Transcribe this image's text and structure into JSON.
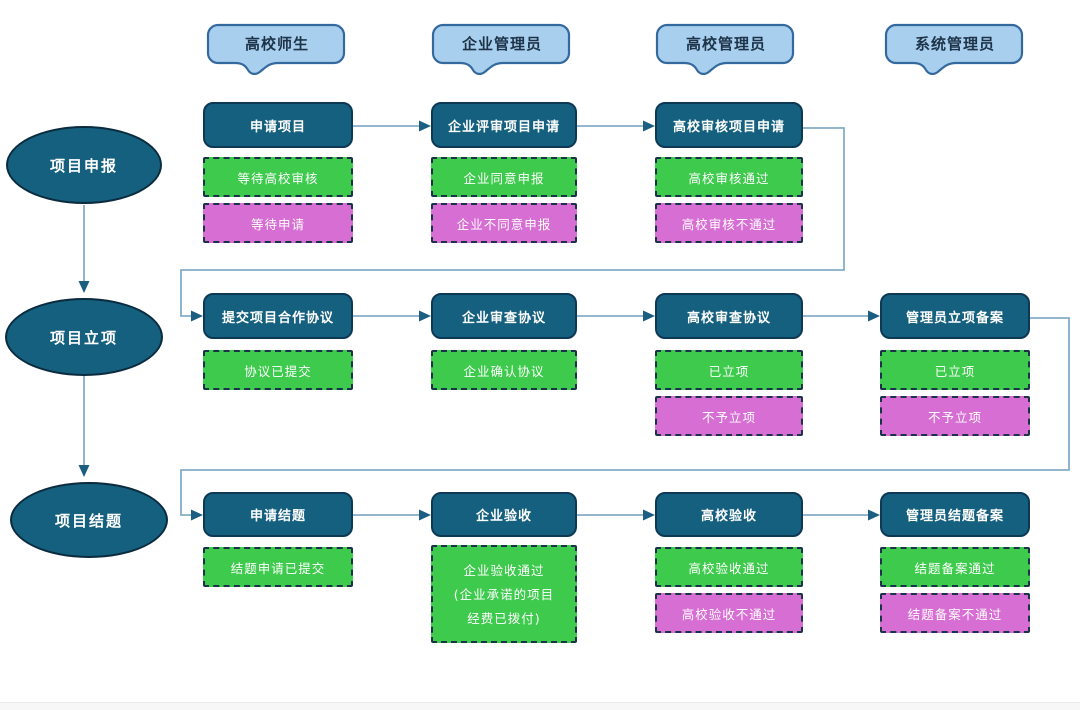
{
  "colors": {
    "node_fill": "#15607F",
    "node_border": "#0D3954",
    "success_fill": "#3ECB4D",
    "fail_fill": "#D76ED3",
    "status_border": "#1A3349",
    "lane_fill": "#A9CFEF",
    "lane_border": "#33699C",
    "connector_line": "#84ADC8",
    "arrowhead": "#1B5E81",
    "node_text": "#FFFFFF",
    "lane_text": "#1D3348"
  },
  "lanes": [
    {
      "label": "高校师生"
    },
    {
      "label": "企业管理员"
    },
    {
      "label": "高校管理员"
    },
    {
      "label": "系统管理员"
    }
  ],
  "phases": [
    {
      "label": "项目申报"
    },
    {
      "label": "项目立项"
    },
    {
      "label": "项目结题"
    }
  ],
  "rows": [
    {
      "phase": "项目申报",
      "cells": [
        {
          "process": "申请项目",
          "success": "等待高校审核",
          "fail": "等待申请"
        },
        {
          "process": "企业评审项目申请",
          "success": "企业同意申报",
          "fail": "企业不同意申报"
        },
        {
          "process": "高校审核项目申请",
          "success": "高校审核通过",
          "fail": "高校审核不通过"
        }
      ]
    },
    {
      "phase": "项目立项",
      "cells": [
        {
          "process": "提交项目合作协议",
          "success": "协议已提交"
        },
        {
          "process": "企业审查协议",
          "success": "企业确认协议"
        },
        {
          "process": "高校审查协议",
          "success": "已立项",
          "fail": "不予立项"
        },
        {
          "process": "管理员立项备案",
          "success": "已立项",
          "fail": "不予立项"
        }
      ]
    },
    {
      "phase": "项目结题",
      "cells": [
        {
          "process": "申请结题",
          "success": "结题申请已提交"
        },
        {
          "process": "企业验收",
          "success_lines": [
            "企业验收通过",
            "(企业承诺的项目",
            "经费已拨付)"
          ]
        },
        {
          "process": "高校验收",
          "success": "高校验收通过",
          "fail": "高校验收不通过"
        },
        {
          "process": "管理员结题备案",
          "success": "结题备案通过",
          "fail": "结题备案不通过"
        }
      ]
    }
  ]
}
